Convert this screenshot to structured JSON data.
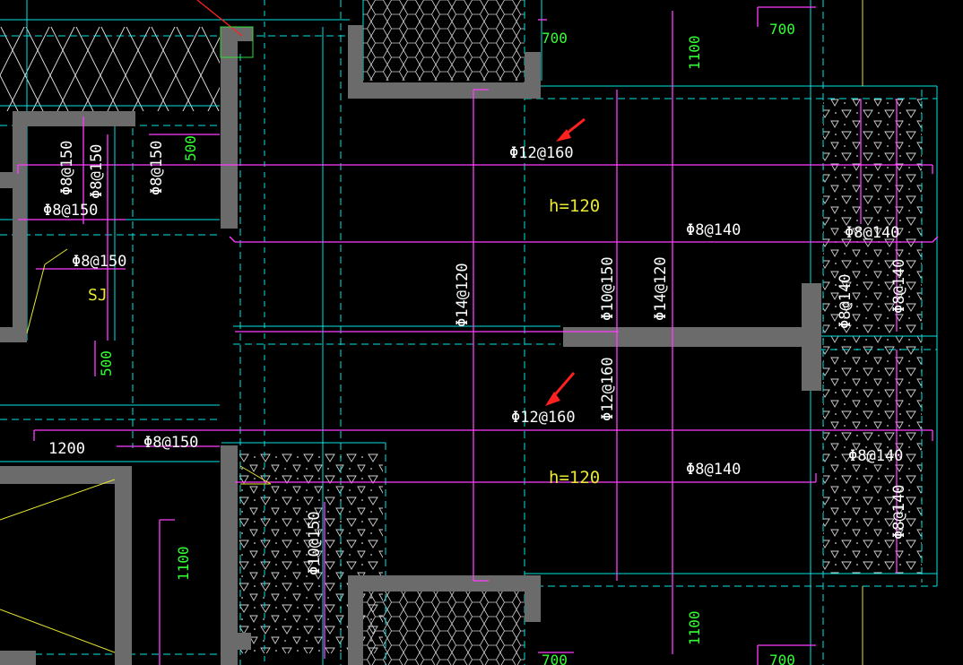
{
  "drawing": {
    "colors": {
      "background": "#000000",
      "rebar": "#ff40ff",
      "gridline": "#00ffff",
      "wall_fill": "#6b6b6b",
      "label": "#ffffff",
      "dimension": "#33ff33",
      "thickness": "#ffff33",
      "arrow": "#ff2020",
      "hatch": "#cfcfcf"
    },
    "labels": {
      "bottom_rebar_top_panel": "Φ12@160",
      "bottom_rebar_bottom_panel": "Φ12@160",
      "slab_thickness_top": "h=120",
      "slab_thickness_bottom": "h=120",
      "rebar_middle_top": "Φ8@140",
      "rebar_middle_bottom": "Φ8@140",
      "rebar_right_top": "Φ8@140",
      "rebar_right_mid_a": "Φ8@140",
      "rebar_right_mid_b": "Φ8@140",
      "rebar_right_lower_a": "Φ8@140",
      "rebar_right_lower_b": "Φ8@140",
      "rebar_vertical_left": "Φ14@120",
      "rebar_vertical_center_a": "Φ10@150",
      "rebar_vertical_center_b": "Φ14@120",
      "rebar_vertical_center_c": "Φ12@160",
      "rebar_vertical_lower_left": "Φ10@150",
      "rebar_left_a": "Φ8@150",
      "rebar_left_b": "Φ8@150",
      "rebar_left_c": "Φ8@150",
      "rebar_left_d": "Φ8@150",
      "rebar_left_e": "Φ8@150",
      "rebar_left_f": "Φ8@150",
      "shaft_label": "SJ",
      "dim_left_span": "1200",
      "dim_700_top_left": "700",
      "dim_700_top_right": "700",
      "dim_700_bottom_left": "700",
      "dim_700_bottom_right": "700",
      "dim_1100_top": "1100",
      "dim_1100_bottom": "1100",
      "dim_1100_lower_left": "1100",
      "dim_500_upper": "500",
      "dim_500_lower": "500"
    },
    "annotations": [
      "arrow-upper",
      "arrow-lower"
    ]
  }
}
